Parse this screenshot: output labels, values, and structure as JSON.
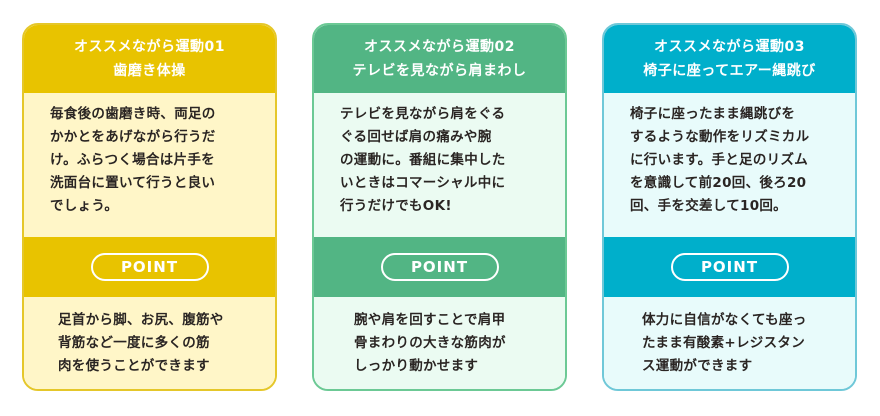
{
  "cards": [
    {
      "title_line1": "オススメながら運動01",
      "title_line2": "歯磨き体操",
      "description": "毎食後の歯磨き時、両足の\nかかとをあげながら行うだ\nけ。ふらつく場合は片手を\n洗面台に置いて行うと良い\nでしょう。",
      "point_label": "POINT",
      "point_text": "足首から脚、お尻、腹筋や\n背筋など一度に多くの筋\n肉を使うことができます",
      "color": "#E8C300"
    },
    {
      "title_line1": "オススメながら運動02",
      "title_line2": "テレビを見ながら肩まわし",
      "description": "テレビを見ながら肩をぐる\nぐる回せば肩の痛みや腕\nの運動に。番組に集中した\nいときはコマーシャル中に\n行うだけでもOK!",
      "point_label": "POINT",
      "point_text": "腕や肩を回すことで肩甲\n骨まわりの大きな筋肉が\nしっかり動かせます",
      "color": "#52B584"
    },
    {
      "title_line1": "オススメながら運動03",
      "title_line2": "椅子に座ってエアー縄跳び",
      "description": "椅子に座ったまま縄跳びを\nするような動作をリズミカル\nに行います。手と足のリズム\nを意識して前20回、後ろ20\n回、手を交差して10回。",
      "point_label": "POINT",
      "point_text": "体力に自信がなくても座っ\nたまま有酸素+レジスタン\nス運動ができます",
      "color": "#00AFCB"
    }
  ]
}
